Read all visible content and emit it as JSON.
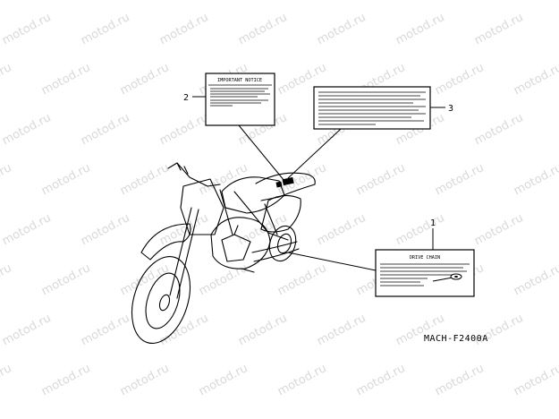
{
  "watermark": {
    "text": "motod.ru"
  },
  "labels": {
    "notice_title": "IMPORTANT NOTICE",
    "chain_title": "DRIVE CHAIN"
  },
  "callouts": {
    "one": "1",
    "two": "2",
    "three": "3"
  },
  "diagram_code": "MACH-F2400A"
}
